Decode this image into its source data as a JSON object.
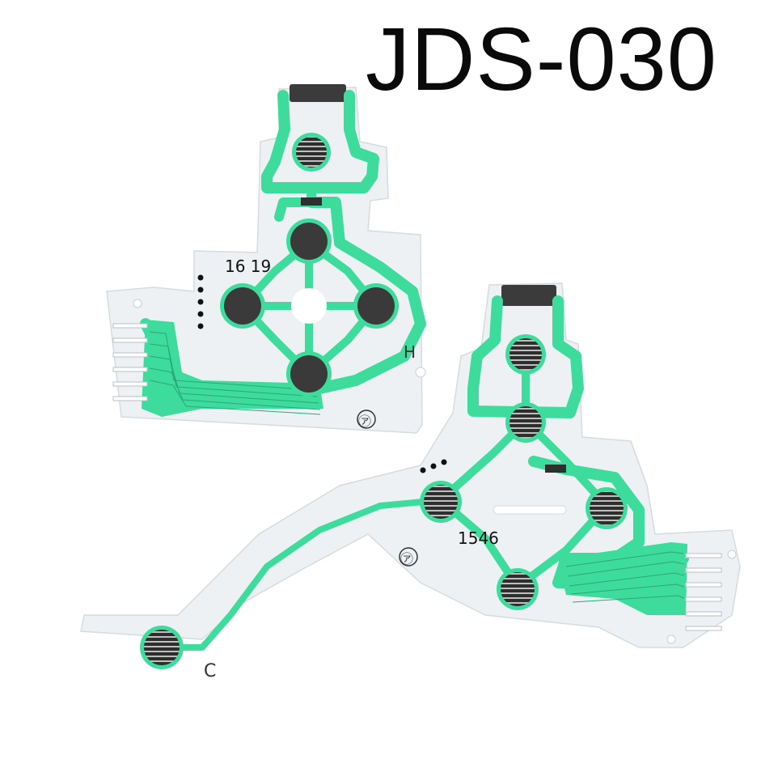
{
  "title": "JDS-030",
  "left_board": {
    "code": "16 19",
    "marker": "H"
  },
  "right_board": {
    "code": "1546",
    "marker": "C"
  },
  "logo_glyph": "㋐",
  "colors": {
    "trace": "#3ddc9c",
    "film": "#eef1f3",
    "pad": "#3a3a3a"
  }
}
